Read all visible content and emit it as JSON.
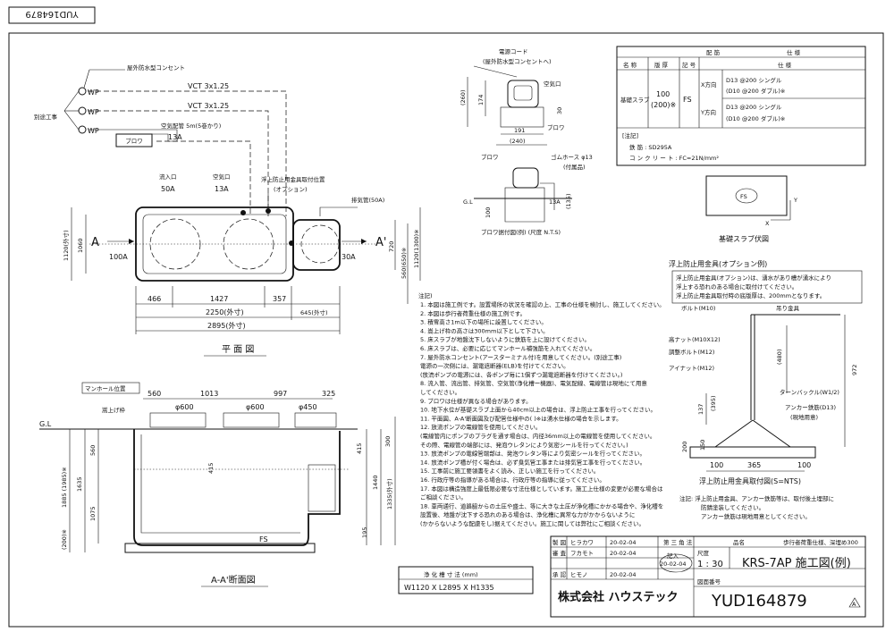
{
  "drawing_no_corner": "YUD164879",
  "plan": {
    "power_cord_note": "屋外防水型コンセント",
    "separate_work": "別途工事",
    "wp": "WP",
    "vct1": "VCT 3x1.25",
    "vct2": "VCT 3x1.25",
    "air_pipe": "空気配管 5m(5巻かり)",
    "blower": "ブロワ",
    "a13": "13A",
    "inlet_label": "流入口",
    "inlet_size": "50A",
    "air_label": "空気口",
    "air_size": "13A",
    "anchor_pos": "浮上防止用金具取付位置",
    "anchor_opt": "(オプション)",
    "outlet_pipe": "排気管(50A)",
    "a_left": "A",
    "a_right": "A'",
    "in_100a": "100A",
    "out_30a": "30A",
    "dim_1120": "1120(外寸)",
    "dim_1060": "1060",
    "dim_720": "720",
    "dim_560": "560(650)※",
    "dim_1120r": "1120(1300)※",
    "dim_466": "466",
    "dim_1427": "1427",
    "dim_357": "357",
    "dim_2250": "2250(外寸)",
    "dim_645": "645(外寸)",
    "dim_2895": "2895(外寸)",
    "title": "平 面 図"
  },
  "blower_detail": {
    "power_cord": "電源コード",
    "power_cord2": "(屋外防水型コンセントへ)",
    "air_port": "空気口",
    "blower": "ブロワ",
    "d260": "(260)",
    "d174": "174",
    "d30": "30",
    "d191": "191",
    "d240": "(240)",
    "rubber": "ゴムホース φ13",
    "rubber2": "(付属品)",
    "blower2": "ブロワ",
    "gl": "G.L",
    "d100": "100",
    "d13a": "13A",
    "d135": "(135)",
    "caption": "ブロワ据付図(例) (尺度 N.T.S)"
  },
  "spec_table": {
    "title_rebar": "配 筋",
    "title_spec": "仕 様",
    "h_name": "名 称",
    "h_thick": "版 厚",
    "h_sign": "記 号",
    "h_spec": "仕 様",
    "name": "基礎スラブ",
    "thick": "100\n(200)※",
    "thick1": "100",
    "thick2": "(200)※",
    "sign": "FS",
    "x_dir": "X方向",
    "y_dir": "Y方向",
    "x1": "D13  @200  シングル",
    "x2": "(D10  @200  ダブル)※",
    "y1": "D13  @200  シングル",
    "y2": "(D10  @200  ダブル)※",
    "note_title": "[注記]",
    "steel": "鉄          筋 : SD295A",
    "concrete": "コ ン ク リ ー ト : FC=21N/mm²"
  },
  "slab": {
    "fs": "FS",
    "y": "Y",
    "x": "X",
    "caption": "基礎スラブ伏図"
  },
  "anchor": {
    "title": "浮上防止用金具(オプション例)",
    "note1": "浮上防止用金具(オプション)は、湧水があり槽が湧水により",
    "note2": "浮上する恐れのある場合に取付けてください。",
    "note3": "浮上防止用金具取付時の底版厚は、200mmとなります。",
    "bolt": "ボルト(M10)",
    "hook": "吊り金具",
    "hnut": "高ナット(M10X12)",
    "adj": "調整ボルト(M12)",
    "inut": "アイナット(M12)",
    "turn": "ターンバックル(W1/2)",
    "rebar": "アンカー鉄筋(D13)",
    "rebar2": "(現地用意)",
    "d480": "(480)",
    "d972": "972",
    "d137": "137",
    "d395": "(395)",
    "d200": "200",
    "d150": "150",
    "d100a": "100",
    "d365": "365",
    "d100b": "100",
    "caption": "浮上防止用金具取付図(S=NTS)",
    "foot1": "注記: 浮上防止用金具、アンカー鉄筋等は、取付後土埋部に",
    "foot2": "防錆塗装してください。",
    "foot3": "アンカー鉄筋は現地用意としてください。"
  },
  "section": {
    "manhole": "マンホール位置",
    "lift": "嵩上げ枠",
    "gl": "G.L",
    "d560": "560",
    "d1013": "1013",
    "d997": "997",
    "d325": "325",
    "p600a": "φ600",
    "p600b": "φ600",
    "p450": "φ450",
    "d560v": "560",
    "d1635": "1635",
    "d1885": "1885 (1985)※",
    "d1075": "1075",
    "d200": "(200)※",
    "d415": "415",
    "d415b": "415",
    "d300": "300",
    "d1440": "1440",
    "d1335": "1335(外寸)",
    "d195": "195",
    "fs": "FS",
    "title": "A-A'断面図"
  },
  "size_box": {
    "title": "浄 化 槽 寸 法 (mm)",
    "value": "W1120 X L2895 X H1335"
  },
  "notes": {
    "title": "注記)",
    "lines": [
      "1. 本図は施工例です。設置場所の状況を確認の上、工事の仕様を検討し、施工してください。",
      "2. 本図は歩行者荷重仕様の施工例です。",
      "3. 積雪高さ1m以下の場所に設置してください。",
      "4. 嵩上げ枠の高さは300mm以下として下さい。",
      "5. 床スラブが地盤沈下しないように鉄筋を上に設けてください。",
      "6. 床スラブは、必要に応じてマンホール補強筋を入れてください。",
      "7. 屋外防水コンセント(アースターミナル付)を用意してください。(別途工事)",
      "   電源の一次側には、漏電遮断器(ELB)を付けてください。",
      "   (放流ポンプの電源には、各ポンプ毎に1個ずつ漏電遮断器を付けてください。)",
      "8. 流入管、流出管、排気管、空気管(浄化槽ー機器)、電気配線、電線管は現地にて用意",
      "   してください。",
      "9. ブロワは仕様が異なる場合があります。",
      "10. 地下水位が基礎スラブ上面から40cm以上の場合は、浮上防止工事を行ってください。",
      "11. 平面図、A-A'断面図及び配管仕様中の( )※は湧水仕様の場合を示します。",
      "12. 放流ポンプの電線管を使用してください。",
      "    (電線管内にポンプのプラグを通す場合は、内径36mm以上の電線管を使用してください。",
      "     その際、電線管の端部には、発泡ウレタンにより気密シールを行ってください。)",
      "13. 放流ポンプの電線管端部は、発泡ウレタン等により気密シールを行ってください。",
      "14. 放流ポンプ槽が付く場合は、必ず臭気管工事または排気管工事を行ってください。",
      "15. 工事前に施工要領書をよく読み、正しい施工を行ってください。",
      "16. 行政庁等の指導がある場合は、行政庁等の指導に従ってください。",
      "17. 本図は構造強度上最低限必要な寸法仕様としています。施工上仕様の変更が必要な場合は",
      "    ご相談ください。",
      "18. 車両通行、道路脇からの土圧や盛土、等に大きな土圧が浄化槽にかかる場合や、浄化槽を",
      "    設置後、地盤が沈下する恐れのある場合は、浄化槽に異常な力がかからないように",
      "    (かからないような配慮をし)据えてください。施工に関しては弊社にご相談ください。"
    ]
  },
  "title_block": {
    "r1_label": "製 図",
    "r1_name": "ヒラカワ",
    "r1_date": "20-02-04",
    "r2_label": "審 査",
    "r2_name": "フカモト",
    "r2_date": "20-02-04",
    "r3_label": "承 認",
    "r3_name": "ヒモノ",
    "r3_date": "20-02-04",
    "proj": "第 三 角 法",
    "scale_label": "尺度",
    "scale": "1 : 30",
    "stamp1": "記入",
    "stamp2": "20-02-04",
    "stamp3": "",
    "hinmei_label": "品名",
    "hinmei": "歩行者荷重仕様、深埋め300",
    "model": "KRS-7AP  施工図(例)",
    "company": "株式会社 ハウステック",
    "drawno_label": "図面番号",
    "drawno": "YUD164879",
    "rev": "A"
  }
}
